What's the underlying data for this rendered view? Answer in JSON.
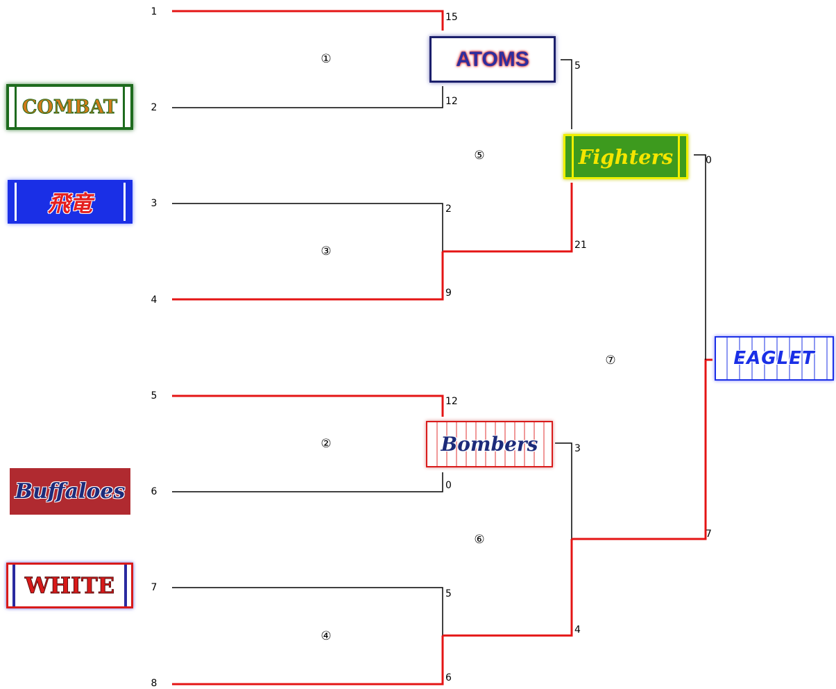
{
  "seeds": [
    "1",
    "2",
    "3",
    "4",
    "5",
    "6",
    "7",
    "8"
  ],
  "matches": [
    "①",
    "②",
    "③",
    "④",
    "⑤",
    "⑥",
    "⑦"
  ],
  "scores": {
    "m1_top": "15",
    "m1_bottom": "12",
    "m3_top": "2",
    "m3_bottom": "9",
    "m2_top": "12",
    "m2_bottom": "0",
    "m4_top": "5",
    "m4_bottom": "6",
    "m5_top": "5",
    "m5_bottom": "21",
    "m6_top": "3",
    "m6_bottom": "4",
    "m7_top": "0",
    "m7_bottom": "7"
  },
  "teams": {
    "combat": "COMBAT",
    "hiryu": "飛竜",
    "buffaloes": "Buffaloes",
    "white": "WHITE",
    "atoms": "ATOMS",
    "fighters": "Fighters",
    "bombers": "Bombers",
    "eaglet": "EAGLET"
  },
  "colors": {
    "winner_line": "#e41414",
    "loser_line": "#000000"
  }
}
